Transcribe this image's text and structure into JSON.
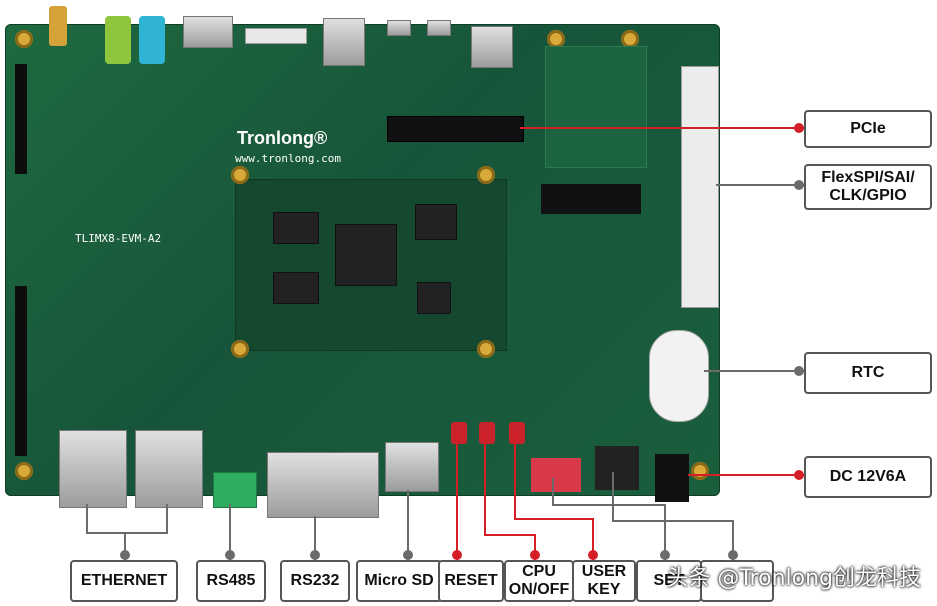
{
  "board": {
    "brand": "Tronlong®",
    "website": "www.tronlong.com",
    "model": "TLIMX8-EVM-A2"
  },
  "callouts": {
    "pcie": "PCIe",
    "flexspi_line1": "FlexSPI/SAI/",
    "flexspi_line2": "CLK/GPIO",
    "rtc": "RTC",
    "dc": "DC 12V6A",
    "ethernet": "ETHERNET",
    "rs485": "RS485",
    "rs232": "RS232",
    "microsd": "Micro SD",
    "reset": "RESET",
    "cpu_line1": "CPU",
    "cpu_line2": "ON/OFF",
    "userkey_line1": "USER",
    "userkey_line2": "KEY",
    "set_line1": "",
    "set_line2": "SET",
    "wifi": ""
  },
  "watermark": "头条 @Tronlong创龙科技",
  "colors": {
    "pcb_green": "#1a5e3c",
    "leader_red": "#d41e28",
    "leader_gray": "#6b6b6b"
  }
}
